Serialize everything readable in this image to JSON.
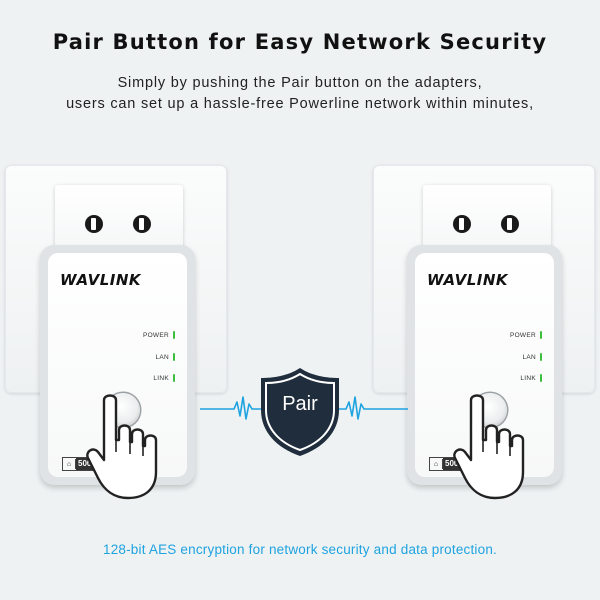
{
  "header": {
    "title": "Pair Button for Easy Network Security",
    "subtitle_line1": "Simply by pushing the Pair button on the adapters,",
    "subtitle_line2": "users can set up a hassle-free Powerline network within minutes,"
  },
  "adapter": {
    "brand": "WAVLINK",
    "led_power": "POWER",
    "led_lan": "LAN",
    "led_link": "LINK",
    "badge_value": "500"
  },
  "center": {
    "pair_label": "Pair"
  },
  "footer": {
    "note": "128-bit AES encryption for network security and data protection."
  },
  "colors": {
    "accent_blue": "#1fa3e0",
    "shield_navy": "#1f2d3d",
    "led_green": "#3cbf3c"
  }
}
